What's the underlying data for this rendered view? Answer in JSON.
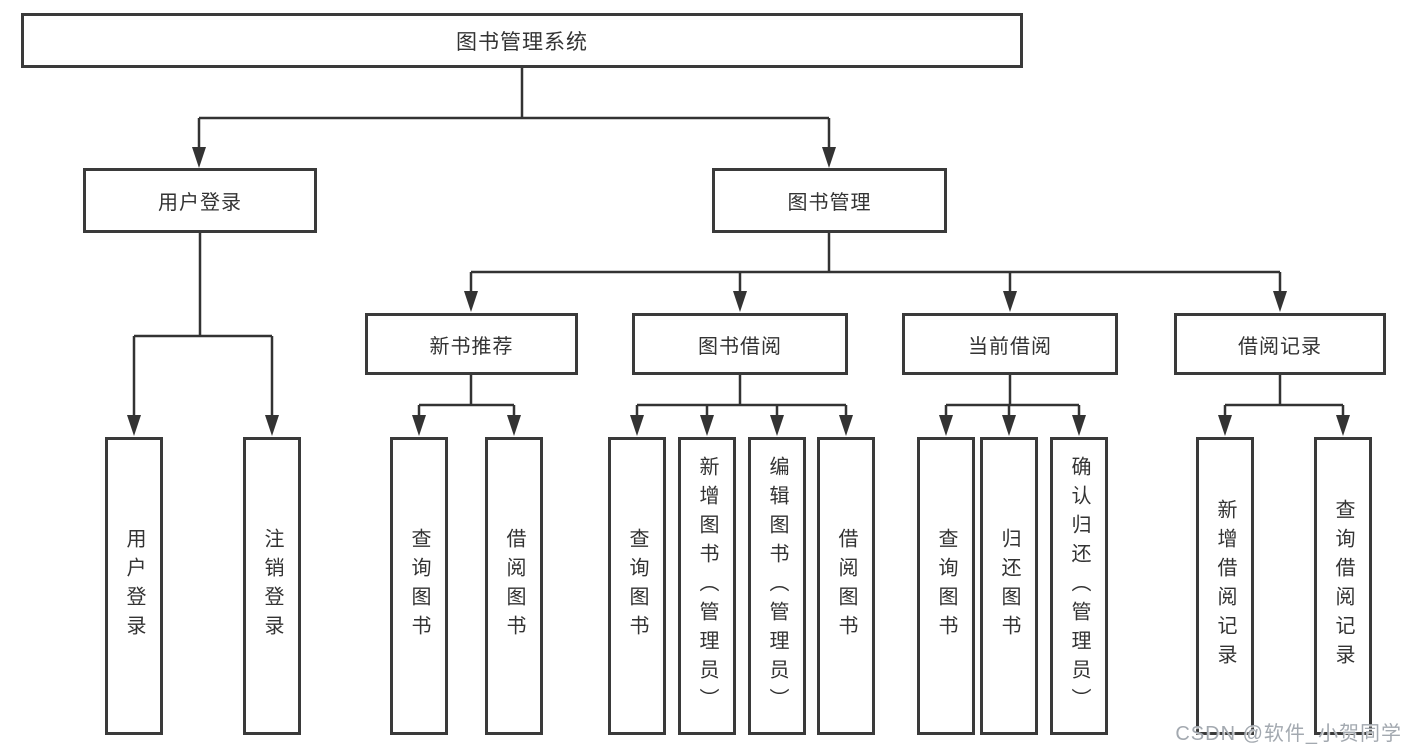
{
  "watermark": "CSDN @软件_小贺同学",
  "colors": {
    "box_border": "#3a3a3a",
    "connector_line": "#333333",
    "text": "#333333",
    "background": "#ffffff",
    "watermark": "#a3a9b0"
  },
  "tree": {
    "label": "图书管理系统",
    "children": [
      {
        "label": "用户登录",
        "children": [
          {
            "label": "用户登录"
          },
          {
            "label": "注销登录"
          }
        ]
      },
      {
        "label": "图书管理",
        "children": [
          {
            "label": "新书推荐",
            "children": [
              {
                "label": "查询图书"
              },
              {
                "label": "借阅图书"
              }
            ]
          },
          {
            "label": "图书借阅",
            "children": [
              {
                "label": "查询图书"
              },
              {
                "label": "新增图书（管理员）"
              },
              {
                "label": "编辑图书（管理员）"
              },
              {
                "label": "借阅图书"
              }
            ]
          },
          {
            "label": "当前借阅",
            "children": [
              {
                "label": "查询图书"
              },
              {
                "label": "归还图书"
              },
              {
                "label": "确认归还（管理员）"
              }
            ]
          },
          {
            "label": "借阅记录",
            "children": [
              {
                "label": "新增借阅记录"
              },
              {
                "label": "查询借阅记录"
              }
            ]
          }
        ]
      }
    ]
  }
}
